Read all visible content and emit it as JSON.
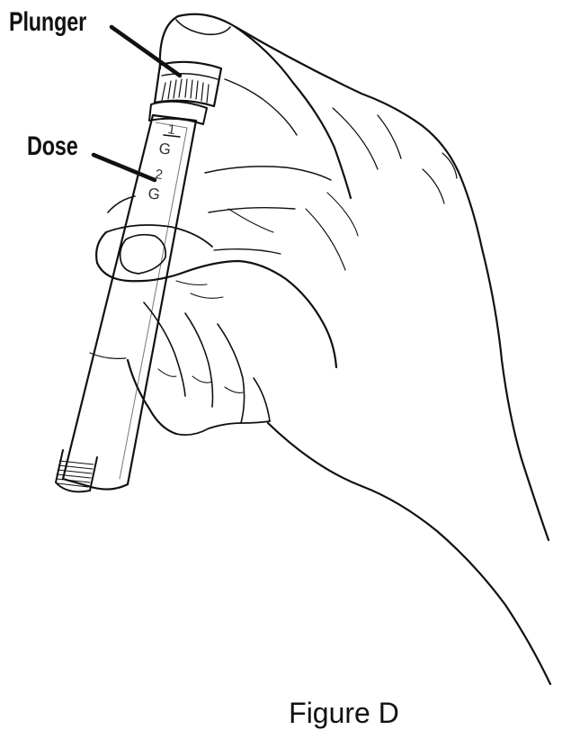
{
  "labels": {
    "plunger": "Plunger",
    "dose": "Dose"
  },
  "scale_marks": {
    "mark_1": "1",
    "mark_1_unit": "G",
    "mark_2": "2",
    "mark_2_unit": "G"
  },
  "caption": "Figure D",
  "colors": {
    "ink": "#111111",
    "background": "#ffffff"
  }
}
